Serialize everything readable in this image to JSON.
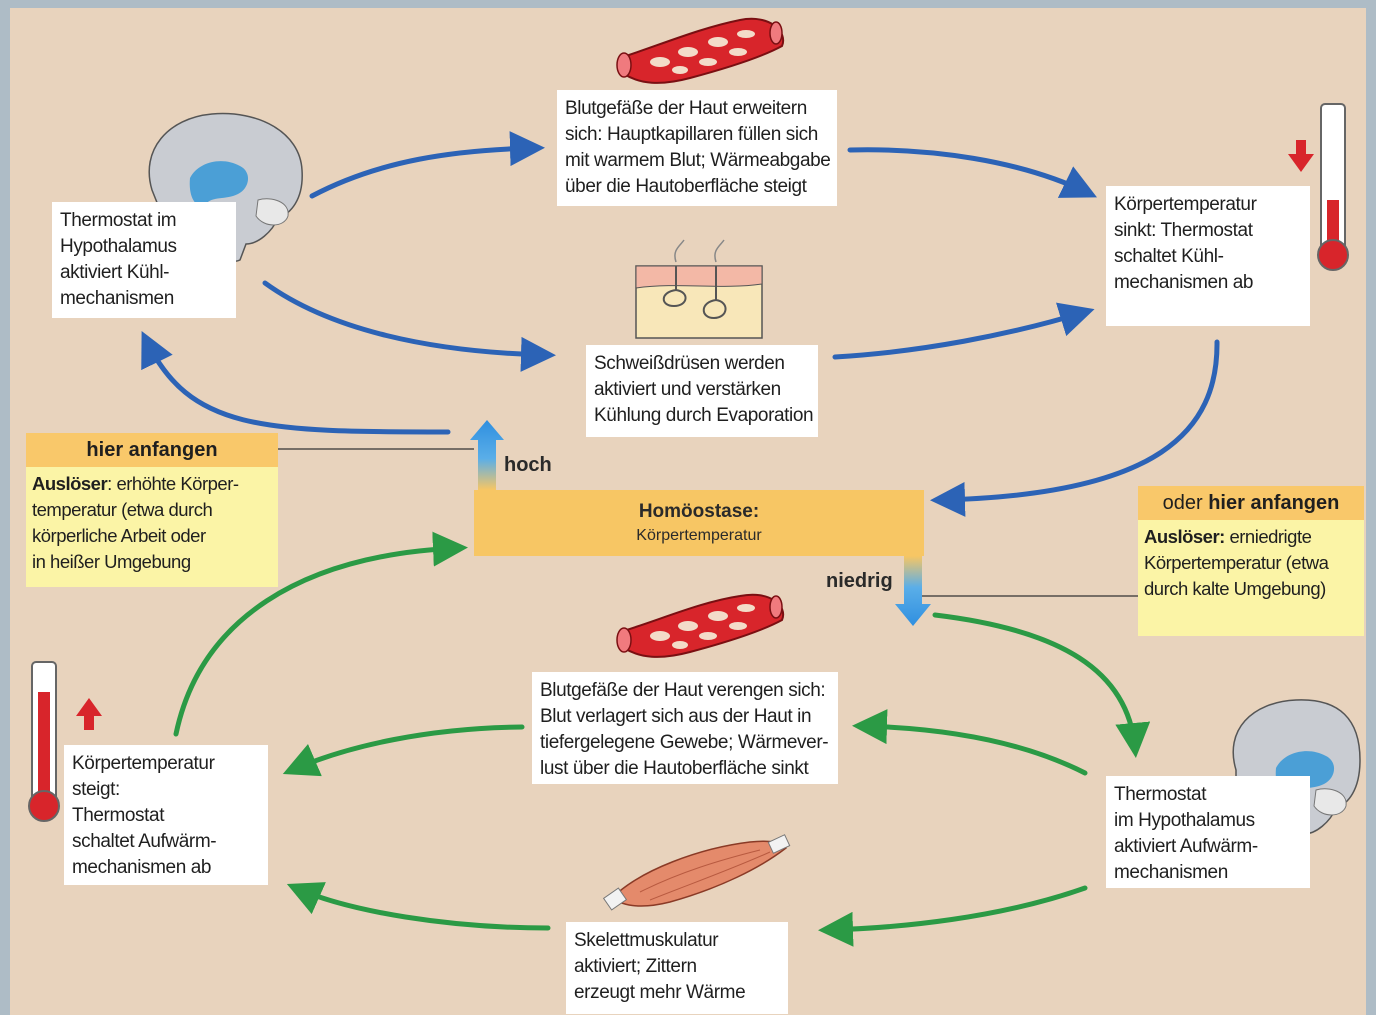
{
  "colors": {
    "background": "#e8d3bd",
    "frame": "#aebcc6",
    "cooling_arrow": "#2c63b6",
    "warming_arrow": "#2b9a45",
    "homeostasis": "#f7c664",
    "trigger_head": "#f9c86a",
    "trigger_body": "#fbf4a6",
    "direction_arrow": "#2f8fe0",
    "vessel": "#d8252b",
    "thermometer": "#d8252b"
  },
  "homeostasis": {
    "title": "Homöostase:",
    "subtitle": "Körpertemperatur"
  },
  "labels": {
    "high": "hoch",
    "low": "niedrig"
  },
  "trigger_top": {
    "header": "hier anfangen",
    "keyword": "Auslöser",
    "line1_rest": ": erhöhte Körper-",
    "line2": "temperatur (etwa durch",
    "line3": "körperliche Arbeit oder",
    "line4": "in heißer Umgebung"
  },
  "trigger_bottom": {
    "header_prefix": "oder ",
    "header_bold": "hier anfangen",
    "keyword": "Auslöser:",
    "line1_rest": " erniedrigte",
    "line2": "Körpertemperatur (etwa",
    "line3": "durch kalte Umgebung)"
  },
  "boxes": {
    "thermostat_cool": [
      "Thermostat im",
      "Hypothalamus",
      "aktiviert Kühl-",
      "mechanismen"
    ],
    "vessels_dilate": [
      "Blutgefäße der Haut erweitern",
      "sich: Hauptkapillaren füllen sich",
      "mit warmem Blut; Wärmeabgabe",
      "über die Hautoberfläche steigt"
    ],
    "sweat": [
      "Schweißdrüsen werden",
      "aktiviert und verstärken",
      "Kühlung durch Evaporation"
    ],
    "temp_falls": [
      "Körpertemperatur",
      "sinkt: Thermostat",
      "schaltet Kühl-",
      "mechanismen ab"
    ],
    "vessels_constrict": [
      "Blutgefäße der Haut verengen sich:",
      "Blut verlagert sich aus der Haut in",
      "tiefergelegene Gewebe; Wärmever-",
      "lust über die Hautoberfläche sinkt"
    ],
    "thermostat_warm": [
      "Thermostat",
      "im Hypothalamus",
      "aktiviert Aufwärm-",
      "mechanismen"
    ],
    "temp_rises": [
      "Körpertemperatur",
      "steigt:",
      "Thermostat",
      "schaltet Aufwärm-",
      "mechanismen ab"
    ],
    "muscles": [
      "Skelettmuskulatur",
      "aktiviert; Zittern",
      "erzeugt mehr Wärme"
    ]
  }
}
